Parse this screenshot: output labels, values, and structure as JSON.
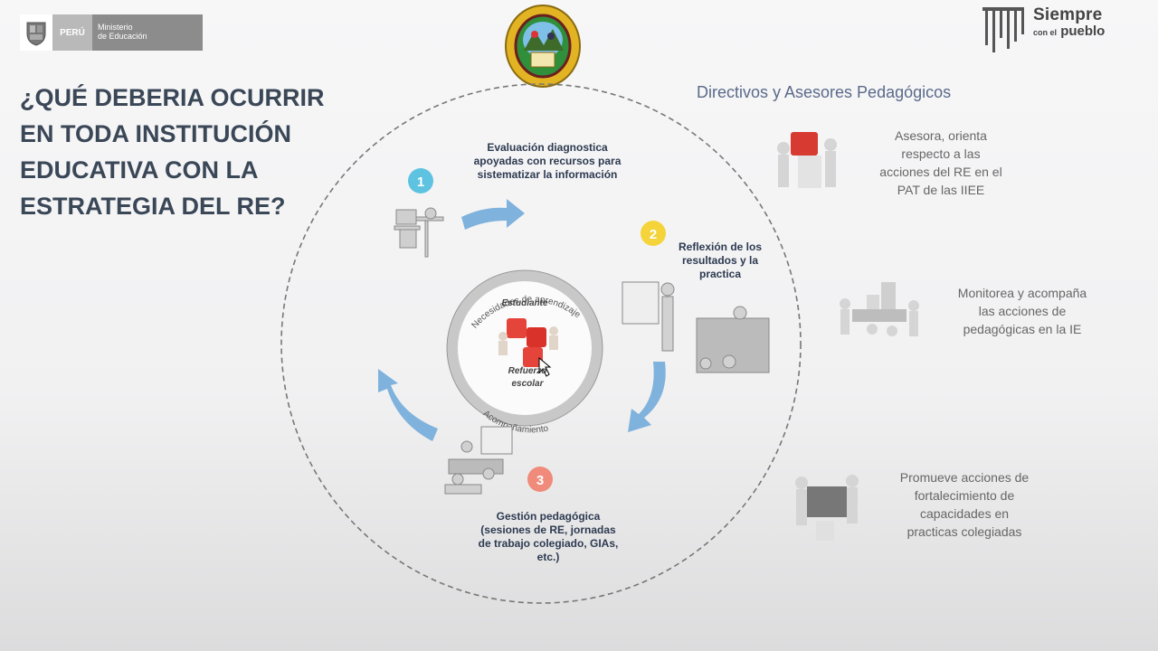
{
  "header": {
    "peru_label": "PERÚ",
    "ministry_line1": "Ministerio",
    "ministry_line2": "de Educación",
    "slogan_line1": "Siempre",
    "slogan_line2_prefix": "con el",
    "slogan_line2_main": "pueblo"
  },
  "title": {
    "line1": "¿QUÉ DEBERIA OCURRIR",
    "line2": "EN TODA INSTITUCIÓN",
    "line3": "EDUCATIVA CON LA",
    "line4": "ESTRATEGIA DEL RE?"
  },
  "cycle": {
    "steps": [
      {
        "number": "1",
        "line1": "Evaluación diagnostica",
        "line2": "apoyadas con recursos para",
        "line3": "sistematizar la información",
        "color": "#5ec3e0"
      },
      {
        "number": "2",
        "line1": "Reflexión de los",
        "line2": "resultados y la",
        "line3": "practica",
        "color": "#f4d43a"
      },
      {
        "number": "3",
        "line1": "Gestión pedagógica",
        "line2": "(sesiones de RE, jornadas",
        "line3": "de trabajo colegiado, GIAs,",
        "line4": "etc.)",
        "color": "#f08a7a"
      }
    ],
    "inner_top_arc": "Necesidades de aprendizaje",
    "inner_bottom_arc": "Acompañamiento",
    "center_top": "Estudiante",
    "center_bottom_line1": "Refuerzo",
    "center_bottom_line2": "escolar",
    "arrow_color": "#7fb2dc"
  },
  "right_column": {
    "title": "Directivos y Asesores Pedagógicos",
    "items": [
      {
        "line1": "Asesora, orienta",
        "line2": "respecto a las",
        "line3": "acciones del RE en el",
        "line4": "PAT de las IIEE"
      },
      {
        "line1": "Monitorea y acompaña",
        "line2": "las acciones de",
        "line3": "pedagógicas en la IE"
      },
      {
        "line1": "Promueve acciones de",
        "line2": "fortalecimiento de",
        "line3": "capacidades en",
        "line4": "practicas colegiadas"
      }
    ]
  }
}
